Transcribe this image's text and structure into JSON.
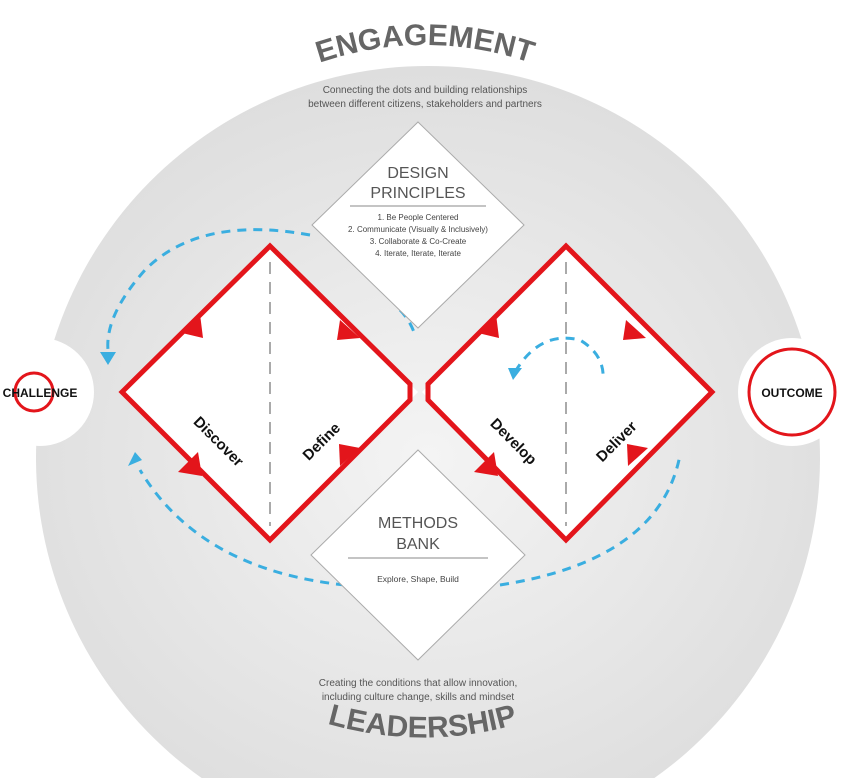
{
  "colors": {
    "red": "#e3151b",
    "blue": "#3aaee0",
    "grey_bg": "#e6e6e6",
    "text": "#555555"
  },
  "top": {
    "title": "ENGAGEMENT",
    "line1": "Connecting the dots and  building relationships",
    "line2": "between different citizens, stakeholders and partners"
  },
  "design_principles": {
    "title1": "DESIGN",
    "title2": "PRINCIPLES",
    "items": [
      "1. Be People  Centered",
      "2. Communicate (Visually & Inclusively)",
      "3. Collaborate & Co-Create",
      "4. Iterate, Iterate, Iterate"
    ]
  },
  "methods_bank": {
    "title1": "METHODS",
    "title2": "BANK",
    "subtitle": "Explore, Shape, Build"
  },
  "phases": [
    "Discover",
    "Define",
    "Develop",
    "Deliver"
  ],
  "challenge": "CHALLENGE",
  "outcome": "OUTCOME",
  "bottom": {
    "line1": "Creating the conditions that allow innovation,",
    "line2": "including culture change, skills and mindset",
    "title": "LEADERSHIP"
  }
}
